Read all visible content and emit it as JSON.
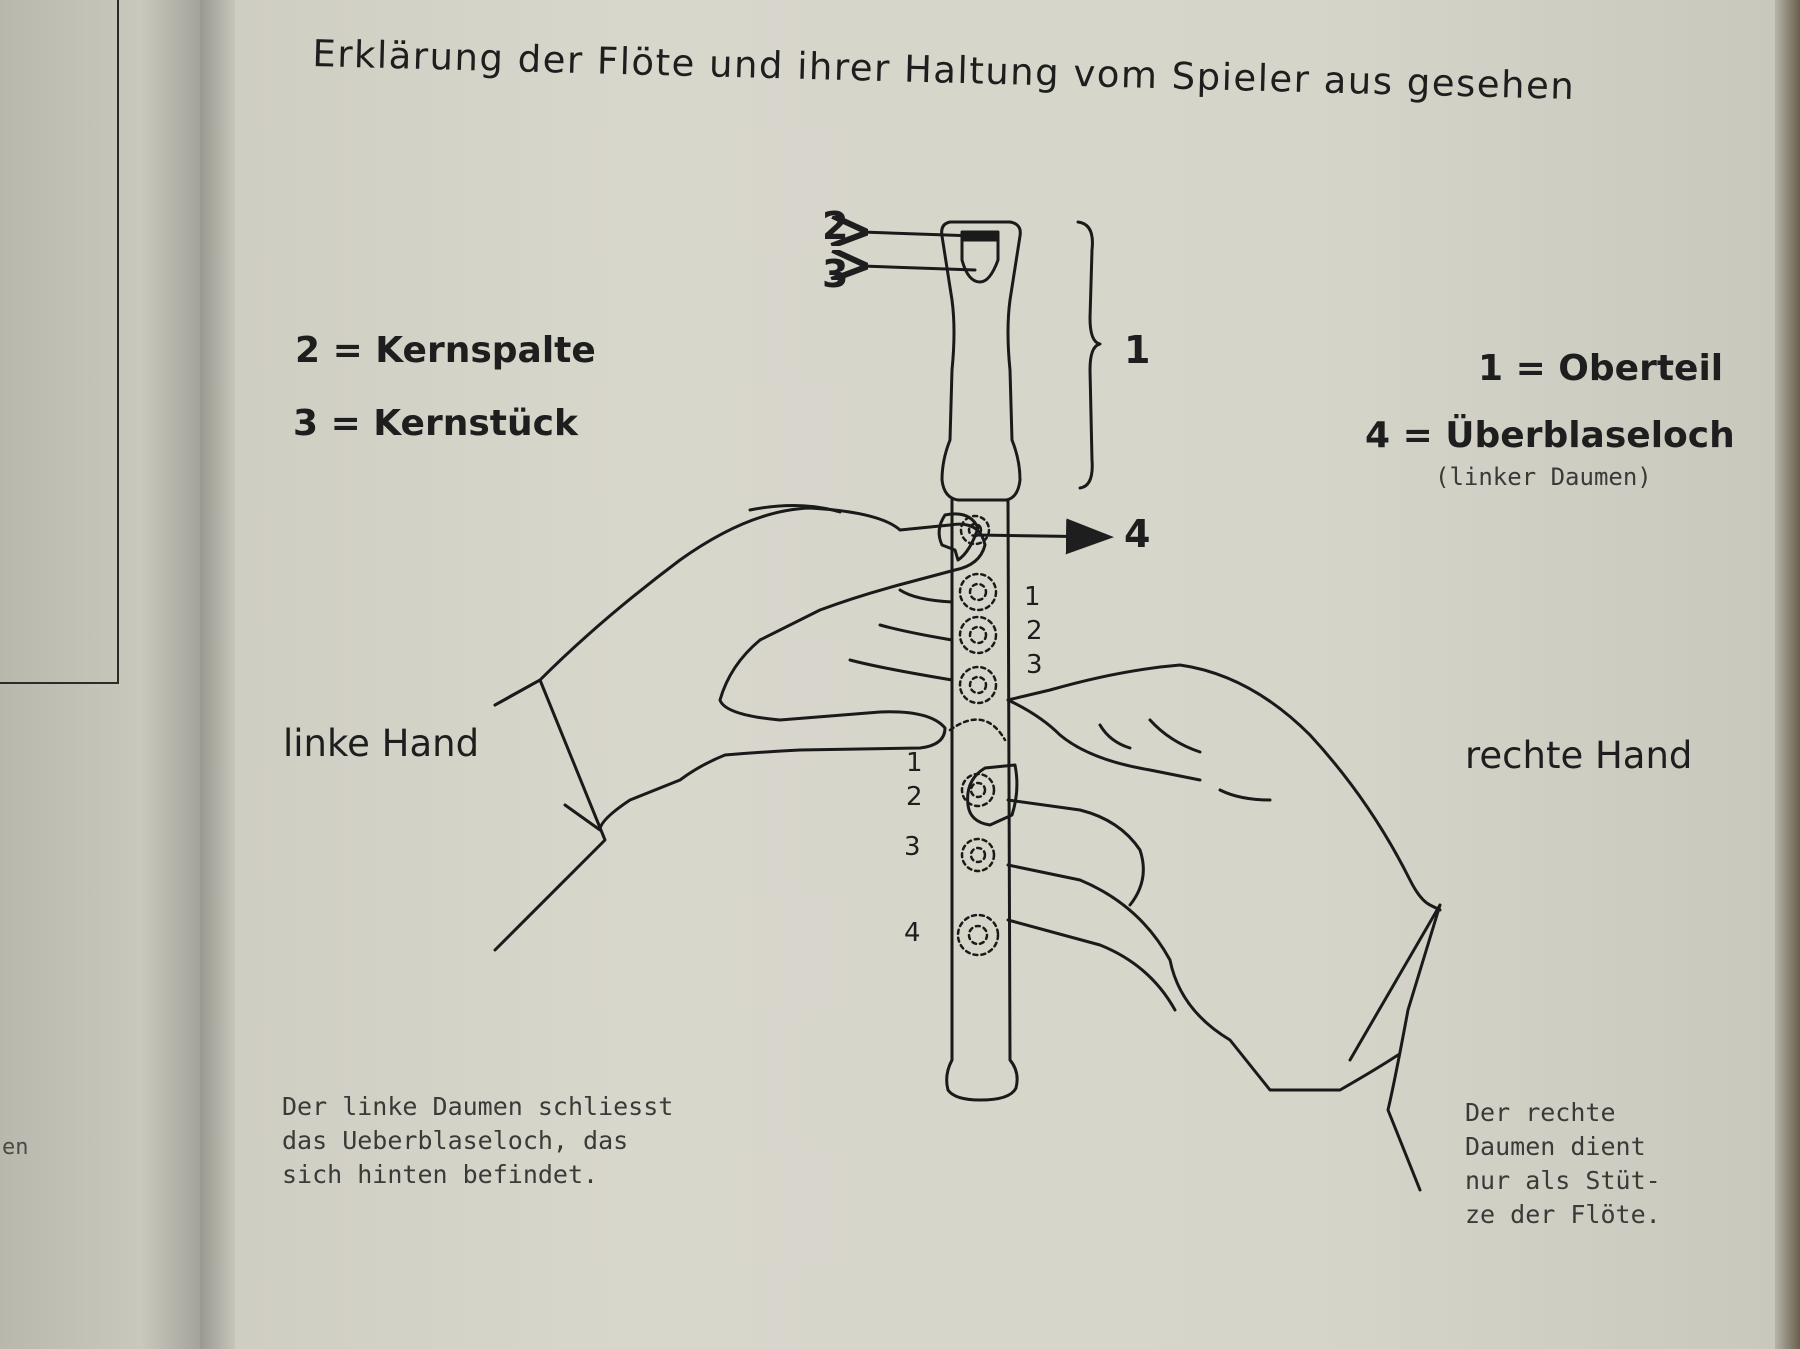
{
  "title": "Erklärung der Flöte und ihrer Haltung vom Spieler aus gesehen",
  "legend_left": [
    {
      "text": "2 = Kernspalte"
    },
    {
      "text": "3 = Kernstück"
    }
  ],
  "legend_right": [
    {
      "text": "1 = Oberteil"
    },
    {
      "text": "4 = Überblaseloch"
    },
    {
      "text": "(linker Daumen)"
    }
  ],
  "callouts": {
    "n2": "2",
    "n3": "3",
    "n1": "1",
    "n4": "4"
  },
  "finger_numbers": {
    "upper": [
      "1",
      "2",
      "3"
    ],
    "lower": [
      "1",
      "2",
      "3",
      "4"
    ]
  },
  "hand_labels": {
    "left": "linke Hand",
    "right": "rechte Hand"
  },
  "notes": {
    "left": [
      "Der linke Daumen schliesst",
      "das Ueberblaseloch, das",
      "sich hinten befindet."
    ],
    "right": [
      "Der rechte",
      "Daumen dient",
      "nur als Stüt-",
      "ze der Flöte."
    ]
  },
  "left_page_fragment": "en"
}
